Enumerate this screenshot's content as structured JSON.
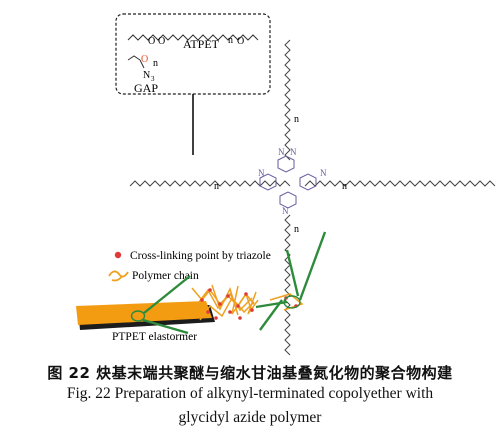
{
  "figure": {
    "inset_box": {
      "copolymer_label": "ATPET",
      "repeat_n": "n",
      "monomer_label": "GAP",
      "oxygen": "O",
      "azide": "N",
      "azide_sub": "3"
    },
    "molecule": {
      "repeat_n": "n",
      "triazole_n": "N"
    },
    "legend": {
      "crosslink_text": "Cross-linking point by triazole",
      "chain_text": "Polymer chain"
    },
    "elastomer_label": "PTPET elastormer",
    "colors": {
      "crosslink": "#e0393a",
      "chain": "#f0a020",
      "bar": "#f39c12",
      "network_green": "#2e8b3c",
      "triazole": "#6a5aa0",
      "oxygen": "#e5502a"
    }
  },
  "caption": {
    "zh": "图 22   炔基末端共聚醚与缩水甘油基叠氮化物的聚合物构建",
    "en_line1": "Fig. 22   Preparation of alkynyl-terminated copolyether with",
    "en_line2": "glycidyl azide polymer"
  }
}
